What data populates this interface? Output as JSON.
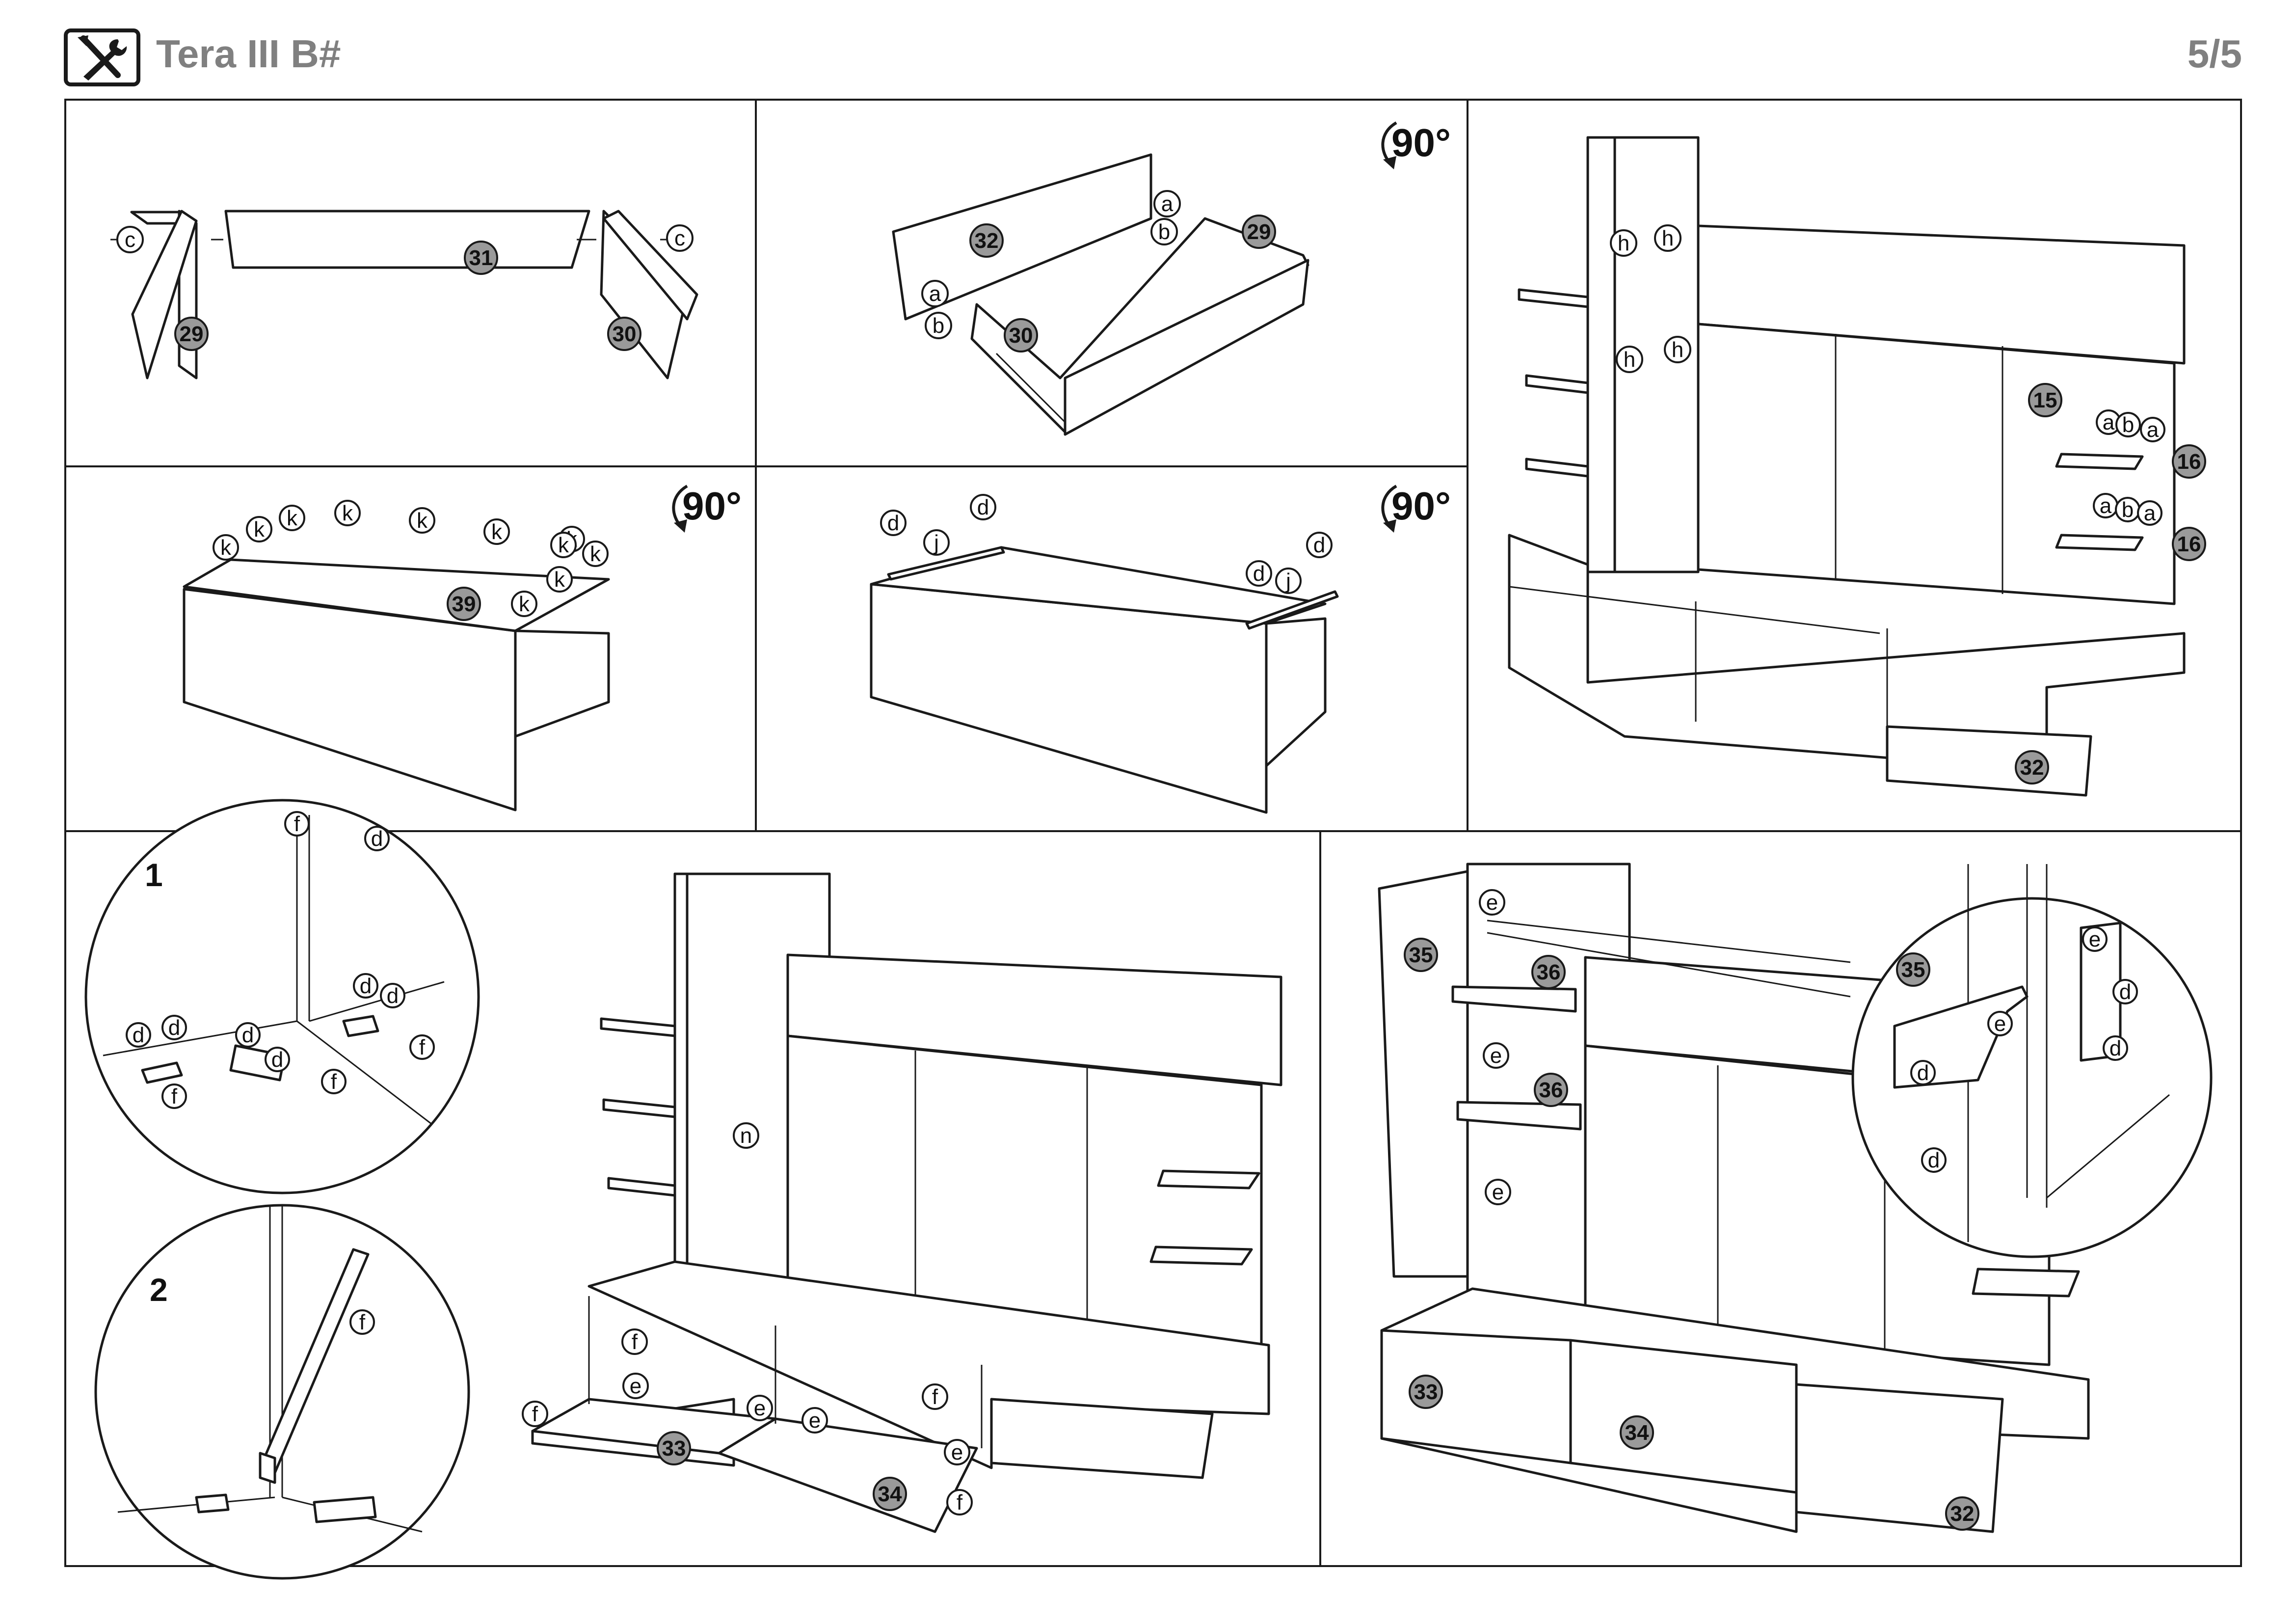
{
  "header": {
    "title": "Tera III B#",
    "page": "5/5",
    "icon": "tools-icon"
  },
  "rotation_label": "90°",
  "detail_steps": [
    "1",
    "2"
  ],
  "panels": [
    {
      "name": "panel-1",
      "parts": [
        "29",
        "30",
        "31"
      ],
      "fittings": [
        "c",
        "c"
      ]
    },
    {
      "name": "panel-2",
      "parts": [
        "32",
        "29",
        "30"
      ],
      "fittings": [
        "a",
        "b",
        "a",
        "b"
      ]
    },
    {
      "name": "panel-3",
      "parts": [
        "15",
        "16",
        "16",
        "32"
      ],
      "fittings": [
        "h",
        "h",
        "h",
        "h",
        "a",
        "b",
        "a",
        "a",
        "b",
        "a"
      ]
    },
    {
      "name": "panel-4",
      "parts": [
        "39"
      ],
      "fittings": [
        "k",
        "k",
        "k",
        "k",
        "k",
        "k",
        "k",
        "k",
        "k",
        "k",
        "k"
      ]
    },
    {
      "name": "panel-5",
      "parts": [],
      "fittings": [
        "d",
        "d",
        "j",
        "d",
        "d",
        "j"
      ]
    },
    {
      "name": "panel-6",
      "parts": [
        "33",
        "34"
      ],
      "fittings": [
        "f",
        "d",
        "d",
        "d",
        "f",
        "d",
        "d",
        "d",
        "d",
        "f",
        "f",
        "f",
        "n",
        "f",
        "e",
        "e",
        "e",
        "f",
        "f",
        "e",
        "f"
      ]
    },
    {
      "name": "panel-7",
      "parts": [
        "35",
        "36",
        "36",
        "33",
        "34",
        "32",
        "35"
      ],
      "fittings": [
        "e",
        "e",
        "e",
        "e",
        "d",
        "d",
        "d",
        "e",
        "d"
      ]
    }
  ]
}
